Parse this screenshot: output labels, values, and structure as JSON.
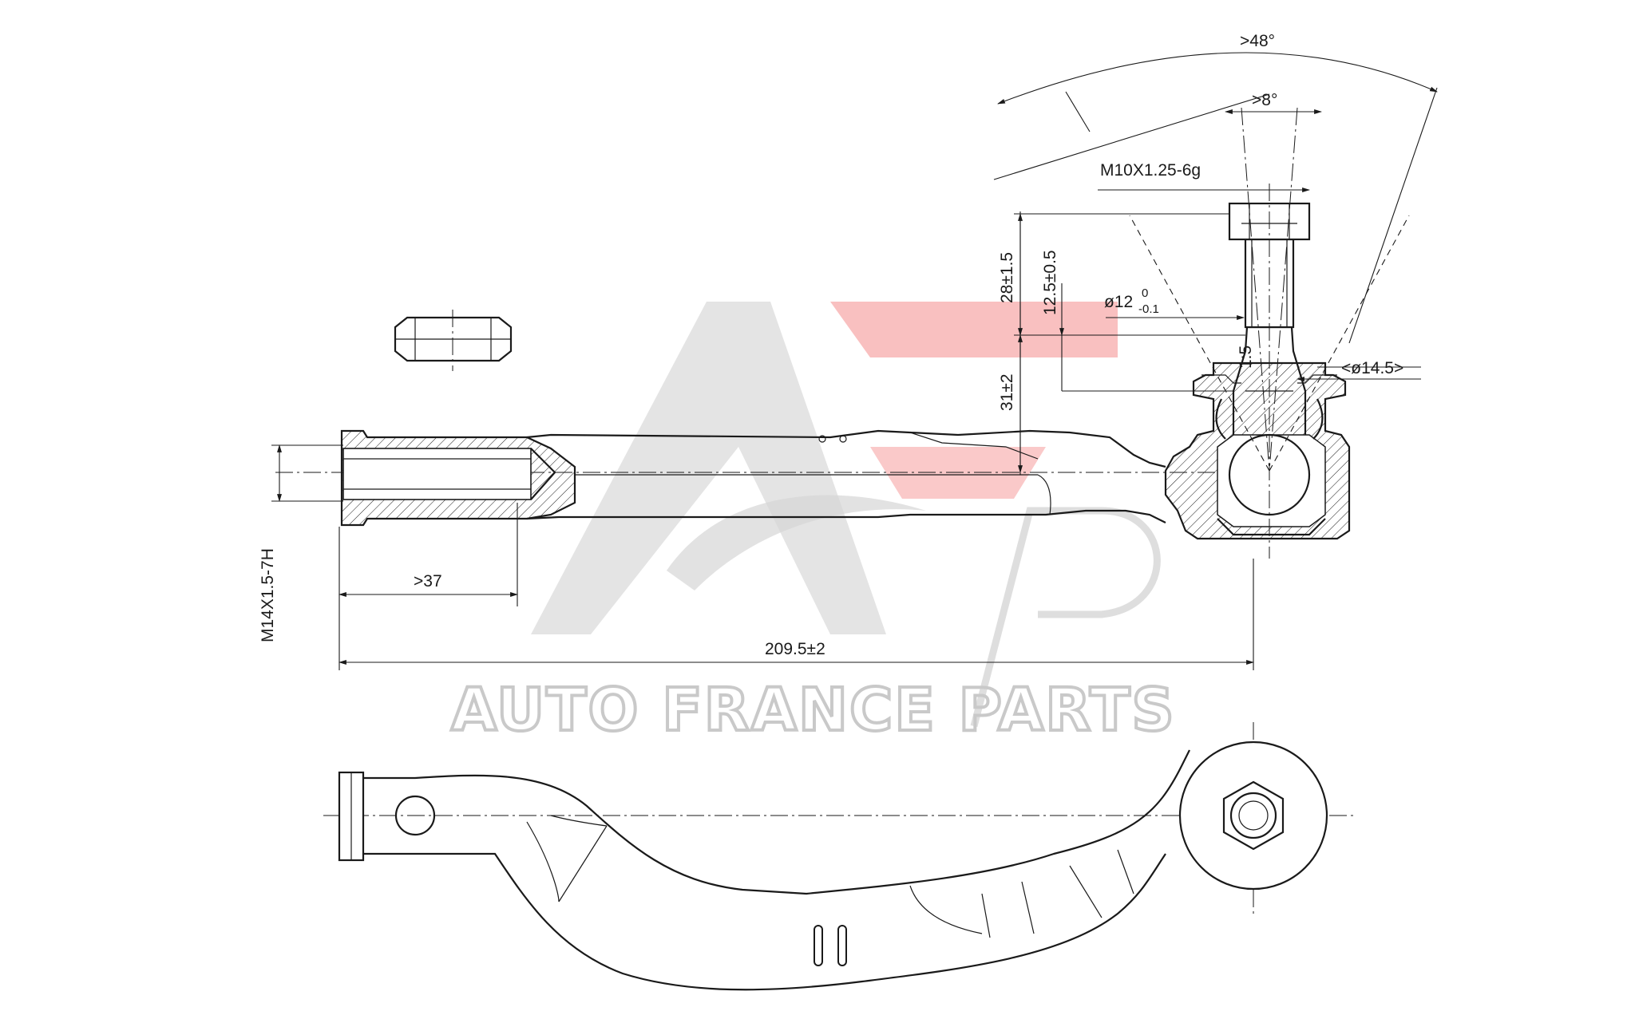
{
  "watermark": {
    "brand_text": "AUTO FRANCE PARTS",
    "gray_color": "#d6d6d6",
    "red_color": "#f6a5a5"
  },
  "dimensions": {
    "cone_angle": ">48°",
    "tilt_angle": ">8°",
    "stud_thread": "M10X1.25-6g",
    "height_stud": "28±1.5",
    "height_cone": "12.5±0.5",
    "cone_diameter_main": "ø12",
    "cone_diameter_tol_upper": "0",
    "cone_diameter_tol_lower": "-0.1",
    "taper": "1:5",
    "boot_diameter": "<ø14.5>",
    "height_body": "31±2",
    "inner_thread": "M14X1.5-7H",
    "thread_depth": ">37",
    "overall_length": "209.5±2"
  },
  "colors": {
    "line": "#1a1a1a",
    "background": "#ffffff"
  }
}
